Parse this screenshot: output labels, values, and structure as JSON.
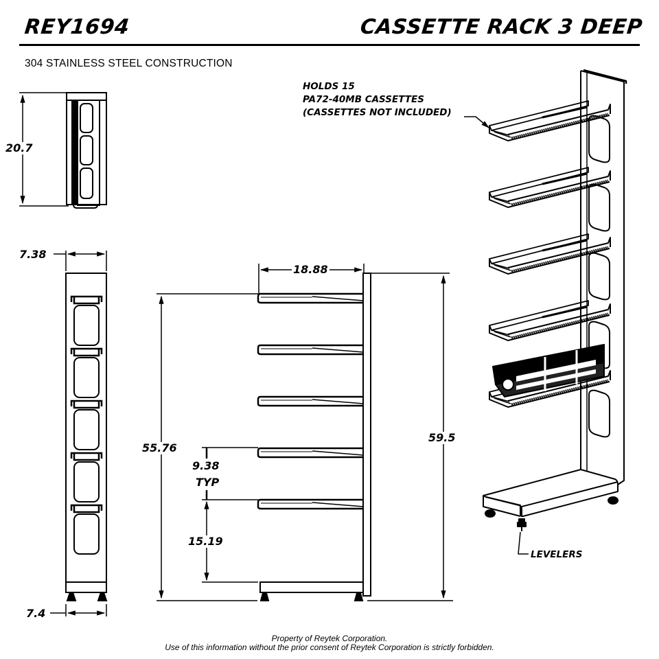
{
  "header": {
    "part_number": "REY1694",
    "drawing_title": "CASSETTE RACK 3 DEEP",
    "material_note": "304 STAINLESS STEEL CONSTRUCTION"
  },
  "views": {
    "top_view": {
      "dimensions": {
        "depth": "20.7"
      }
    },
    "front_view": {
      "dimensions": {
        "top_width": "7.38",
        "base_width": "7.4"
      },
      "shelf_count": 5
    },
    "side_view": {
      "dimensions": {
        "shelf_depth": "18.88",
        "top_shelf_height": "55.76",
        "shelf_spacing": "9.38",
        "shelf_spacing_note": "TYP",
        "bottom_shelf_height": "15.19",
        "overall_height": "59.5"
      },
      "shelf_count": 5
    },
    "isometric_view": {
      "shelf_count": 5,
      "callouts": {
        "capacity_line1": "HOLDS 15",
        "capacity_line2": "PA72-40MB CASSETTES",
        "capacity_line3": "(CASSETTES NOT INCLUDED)",
        "levelers": "LEVELERS"
      }
    }
  },
  "footer": {
    "line1": "Property of Reytek Corporation.",
    "line2": "Use of this information without the prior consent of Reytek Corporation is strictly forbidden."
  }
}
